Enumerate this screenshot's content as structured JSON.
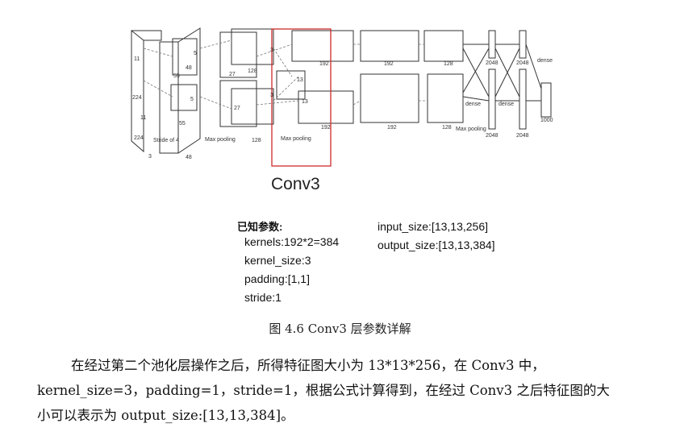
{
  "diagram": {
    "volume_labels": [
      "224",
      "224",
      "11",
      "11",
      "3",
      "Stride of 4",
      "55",
      "55",
      "48",
      "48",
      "5",
      "5",
      "27",
      "27",
      "128",
      "128",
      "3",
      "3",
      "13",
      "13",
      "192",
      "192",
      "192",
      "192",
      "128",
      "128",
      "2048",
      "2048",
      "2048",
      "2048",
      "1000"
    ],
    "pool_labels": [
      "Max pooling",
      "Max pooling",
      "Max pooling"
    ],
    "dense_labels": [
      "dense",
      "dense",
      "dense"
    ]
  },
  "figure": {
    "layer_title": "Conv3",
    "params_heading": "已知参数:",
    "params": [
      "kernels:192*2=384",
      "kernel_size:3",
      "padding:[1,1]",
      "stride:1"
    ],
    "io": [
      "input_size:[13,13,256]",
      "output_size:[13,13,384]"
    ],
    "caption": "图 4.6 Conv3 层参数详解"
  },
  "paragraph": {
    "lines": [
      "在经过第二个池化层操作之后，所得特征图大小为 13*13*256，在 Conv3 中，",
      "kernel_size=3，padding=1，stride=1，根据公式计算得到，在经过 Conv3 之后特征图的大",
      "小可以表示为 output_size:[13,13,384]。"
    ]
  },
  "colors": {
    "highlight": "#cc2b2b",
    "line": "#333333"
  }
}
